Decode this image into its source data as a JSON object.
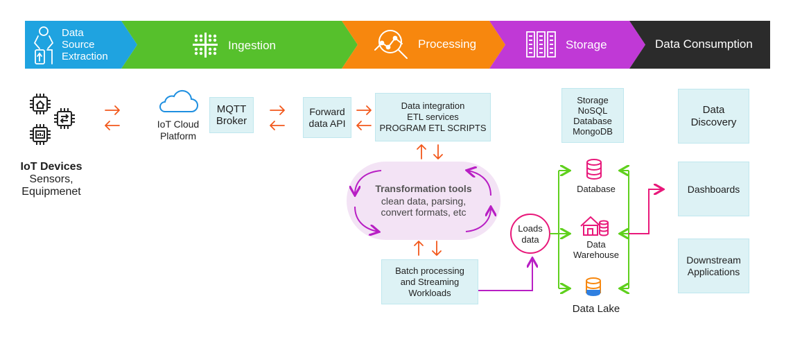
{
  "colors": {
    "stage_source": "#1fa3e0",
    "stage_ingestion": "#56c02c",
    "stage_processing": "#f7870e",
    "stage_storage": "#c039d6",
    "stage_consumption": "#2b2b2b",
    "box_fill": "#ddf2f5",
    "arrow_orange": "#f2581b",
    "arrow_purple": "#b81fc4",
    "arrow_green": "#5fd01d",
    "arrow_pink": "#e8187a",
    "arrow_blue": "#2f7fe0"
  },
  "stages": [
    {
      "label": "Data\nSource\nExtraction",
      "icon": "robot-hand-icon"
    },
    {
      "label": "Ingestion",
      "icon": "ingestion-network-icon"
    },
    {
      "label": "Processing",
      "icon": "analytics-magnifier-icon"
    },
    {
      "label": "Storage",
      "icon": "server-rack-icon"
    },
    {
      "label": "Data Consumption",
      "icon": ""
    }
  ],
  "iot": {
    "title": "IoT Devices",
    "subtitle": "Sensors,\nEquipmenet",
    "icon": "chip-icon"
  },
  "cloud": {
    "label": "IoT Cloud\nPlatform",
    "icon": "cloud-icon"
  },
  "mqtt": {
    "label": "MQTT\nBroker"
  },
  "forward_api": {
    "label": "Forward\ndata API"
  },
  "etl": {
    "label": "Data integration\nETL services\nPROGRAM ETL SCRIPTS"
  },
  "transform": {
    "title": "Transformation tools",
    "desc": "clean data, parsing,\nconvert formats, etc"
  },
  "batch": {
    "label": "Batch processing\nand  Streaming\nWorkloads"
  },
  "loads": {
    "label": "Loads\ndata"
  },
  "storage_box": {
    "label": "Storage\nNoSQL\nDatabase\nMongoDB"
  },
  "stores": [
    {
      "label": "Database",
      "icon": "database-icon"
    },
    {
      "label": "Data\nWarehouse",
      "icon": "warehouse-icon"
    },
    {
      "label": "Data Lake",
      "icon": "data-lake-icon"
    }
  ],
  "consumers": [
    {
      "label": "Data\nDiscovery"
    },
    {
      "label": "Dashboards"
    },
    {
      "label": "Downstream\nApplications"
    }
  ]
}
